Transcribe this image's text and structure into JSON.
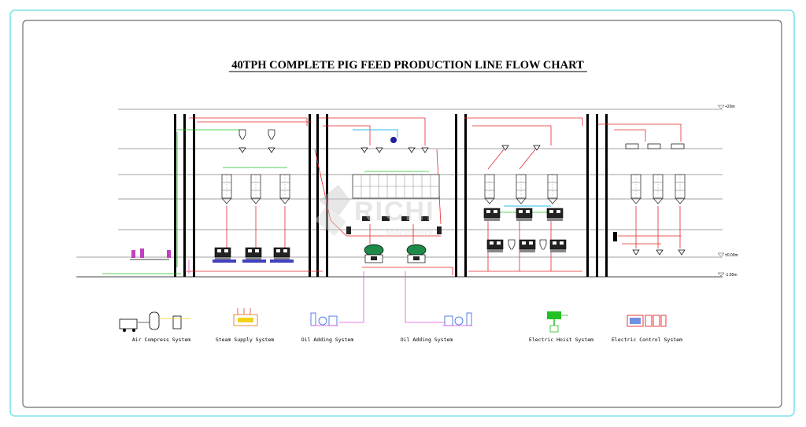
{
  "title": "40TPH COMPLETE PIG FEED PRODUCTION LINE FLOW CHART",
  "watermark": {
    "logo_text": "RICHI",
    "sub_text": "Machinery"
  },
  "level_marks": [
    "+20m",
    "±0.00m",
    "-1.50m"
  ],
  "systems": [
    {
      "label": "Air Compress System",
      "icon": "air-compressor-icon"
    },
    {
      "label": "Steam Supply System",
      "icon": "steam-boiler-icon"
    },
    {
      "label": "Oil Adding System",
      "icon": "oil-pump-icon"
    },
    {
      "label": "Oil Adding System",
      "icon": "oil-pump-icon"
    },
    {
      "label": "Electric Hoist System",
      "icon": "electric-hoist-icon"
    },
    {
      "label": "Electric Control System",
      "icon": "control-cabinet-icon"
    }
  ],
  "colors": {
    "frame_outer": "#7fe3e8",
    "frame_inner": "#6f6f6f",
    "conveying_red": "#e8262a",
    "air_green": "#22c022",
    "oil_magenta": "#e050e0",
    "cable_yellow": "#f2d21c",
    "conveyor_cyan": "#29b8e6",
    "wall_black": "#000000",
    "floor_gray": "#555555"
  }
}
